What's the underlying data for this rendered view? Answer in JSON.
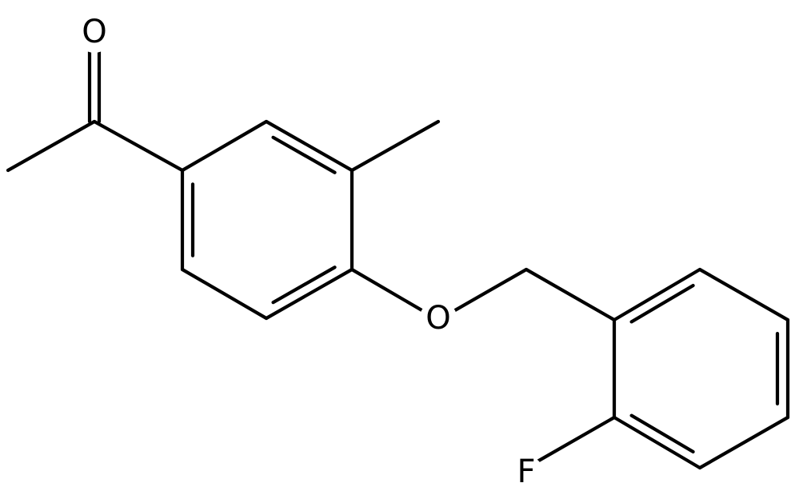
{
  "structure": {
    "atoms": [
      {
        "id": "O1",
        "element": "O",
        "label": "O"
      },
      {
        "id": "O2",
        "element": "O",
        "label": "O"
      },
      {
        "id": "F1",
        "element": "F",
        "label": "F"
      }
    ],
    "colors": {
      "bond": "#000000",
      "label": "#000000",
      "background": "#ffffff"
    }
  }
}
